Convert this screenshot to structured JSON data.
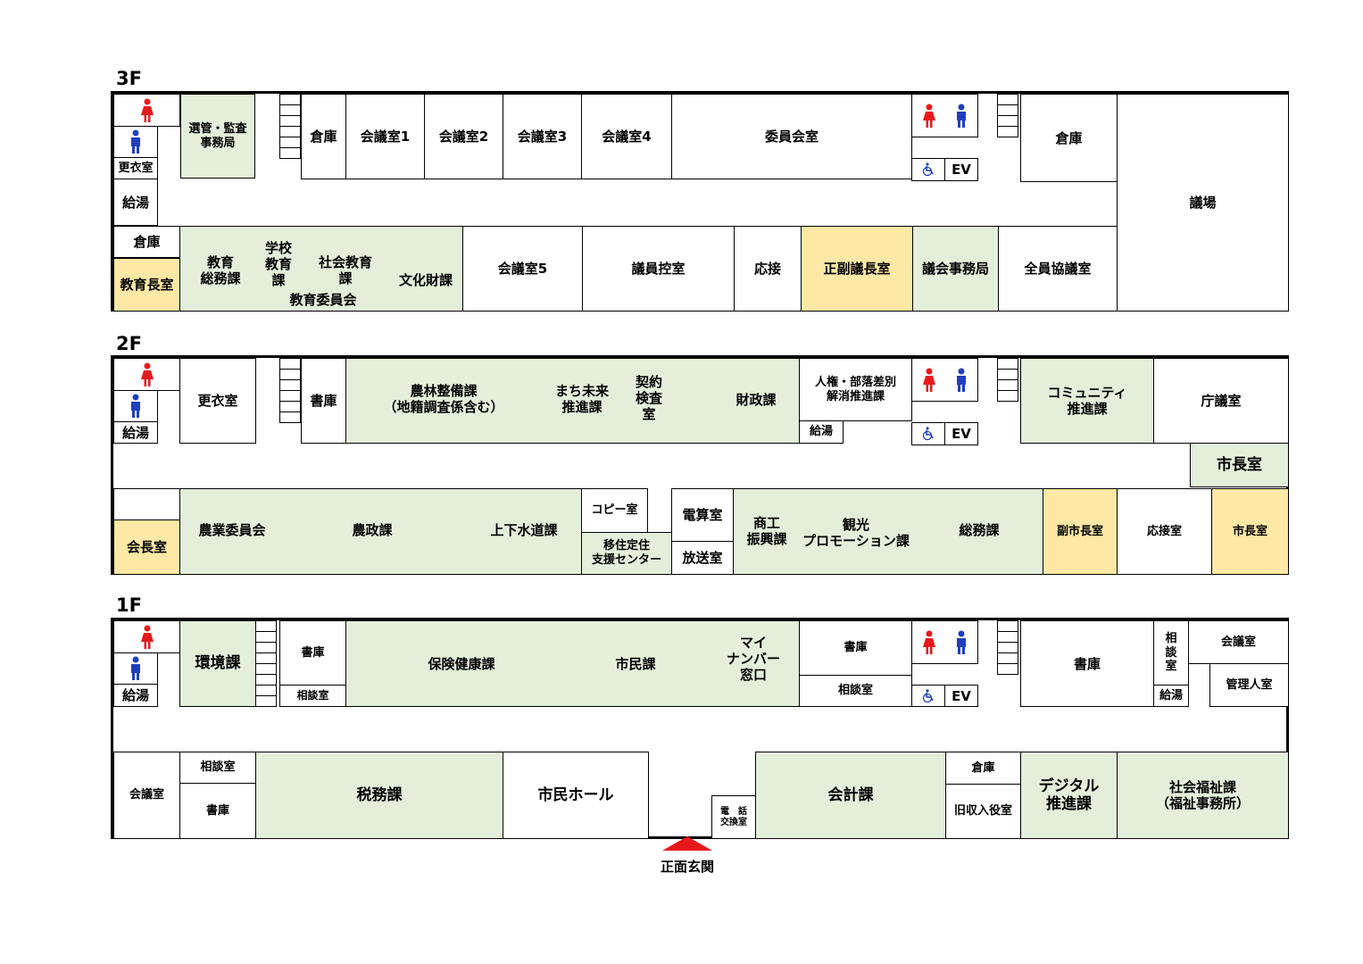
{
  "floors": {
    "f3": {
      "label": "3F",
      "rooms": {
        "senkan": "選管・監査\n事務局",
        "kouishitsu": "更衣室",
        "kyuto": "給湯",
        "souko_l": "倉庫",
        "kyouikuchou": "教育長室",
        "souko1": "倉庫",
        "kaigi1": "会議室1",
        "kaigi2": "会議室2",
        "kaigi3": "会議室3",
        "kaigi4": "会議室4",
        "iinkai": "委員会室",
        "ev": "EV",
        "souko2": "倉庫",
        "gijo": "議場",
        "kyouiku_soumu": "教育\n総務課",
        "gakkou": "学校\n教育\n課",
        "shakai": "社会教育\n課",
        "bunka": "文化財課",
        "kyouiku_iinkai": "教育委員会",
        "kaigi5": "会議室5",
        "giin_hikae": "議員控室",
        "ousetsu": "応接",
        "seifuku": "正副議長室",
        "gikai": "議会事務局",
        "zenin": "全員協議室"
      }
    },
    "f2": {
      "label": "2F",
      "rooms": {
        "kyuto": "給湯",
        "kouishitsu": "更衣室",
        "shoko": "書庫",
        "nourin": "農林整備課\n（地籍調査係含む）",
        "machi": "まち未来\n推進課",
        "keiyaku": "契約\n検査\n室",
        "zaisei": "財政課",
        "jinken": "人権・部落差別\n解消推進課",
        "kyuto2": "給湯",
        "ev": "EV",
        "community": "コミュニティ\n推進課",
        "chougi": "庁議室",
        "shichou1": "市長室",
        "kaichou": "会長室",
        "nougyou": "農業委員会",
        "nousei": "農政課",
        "jouge": "上下水道課",
        "copy": "コピー室",
        "ijuu": "移住定住\n支援センター",
        "densan": "電算室",
        "housou": "放送室",
        "shoukou": "商工\n振興課",
        "kankou": "観光\nプロモーション課",
        "soumu": "総務課",
        "fukushichou": "副市長室",
        "ousetsu": "応接室",
        "shichou2": "市長室"
      }
    },
    "f1": {
      "label": "1F",
      "rooms": {
        "kyuto": "給湯",
        "kankyou": "環境課",
        "shoko1": "書庫",
        "soudan1": "相談室",
        "hoken": "保険健康課",
        "shimin": "市民課",
        "mynumber": "マイ\nナンバー\n窓口",
        "shoko2": "書庫",
        "soudan2": "相談室",
        "ev": "EV",
        "shoko3": "書庫",
        "soudan3": "相\n談\n室",
        "kyuto2": "給湯",
        "kaigi_r": "会議室",
        "kanri": "管理人室",
        "kaigi_l": "会議室",
        "soudan4": "相談室",
        "shoko4": "書庫",
        "zeimu": "税務課",
        "hall": "市民ホール",
        "denwa": "電　話\n交換室",
        "kaikei": "会計課",
        "souko": "倉庫",
        "kyuushuu": "旧収入役室",
        "digital": "デジタル\n推進課",
        "fukushi": "社会福祉課\n（福祉事務所）"
      }
    }
  },
  "entrance": "正面玄関",
  "colors": {
    "dept": "#e3efda",
    "exec": "#fde8a5",
    "female": "#e8191c",
    "male": "#1f3fbf",
    "entrance": "#e8191c"
  },
  "icons": [
    "female-toilet-icon",
    "male-toilet-icon",
    "wheelchair-icon",
    "stairs-icon",
    "entrance-arrow-icon"
  ]
}
